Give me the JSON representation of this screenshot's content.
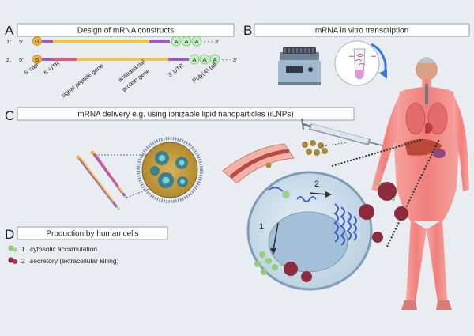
{
  "panels": {
    "A": {
      "letter": "A",
      "title": "Design of mRNA constructs",
      "construct1": {
        "index": "1:",
        "five_prime": "5'",
        "cap": "G",
        "polyA": [
          "A",
          "A",
          "A"
        ],
        "three_prime": "- - - 3'"
      },
      "construct2": {
        "index": "2:",
        "five_prime": "5'",
        "cap": "G",
        "polyA": [
          "A",
          "A",
          "A"
        ],
        "three_prime": "- - - 3'"
      },
      "labels": [
        "5' cap",
        "5' UTR",
        "signal peptide gene",
        "antibacterial",
        "protein gene",
        "3' UTR",
        "Poly(A) tail"
      ]
    },
    "B": {
      "letter": "B",
      "title": "mRNA in vitro transcription"
    },
    "C": {
      "letter": "C",
      "title": "mRNA delivery e.g. using ionizable lipid nanoparticles (iLNPs)"
    },
    "D": {
      "letter": "D",
      "title": "Production by human cells",
      "legend": [
        {
          "num": "1",
          "text": "cytosolic accumulation"
        },
        {
          "num": "2",
          "text": "secretory  (extracellular killing)"
        }
      ]
    }
  },
  "cell_labels": {
    "path1": "1",
    "path2": "2"
  },
  "colors": {
    "background": "#e9edf1",
    "cap": "#f5b335",
    "utr": "#a05cc2",
    "signal": "#e8577a",
    "gene": "#f1c63f",
    "polyA": "#a5e3a0",
    "body": "#f08a86",
    "protein_green": "#8fcf7a",
    "protein_red": "#8c2b3e"
  }
}
